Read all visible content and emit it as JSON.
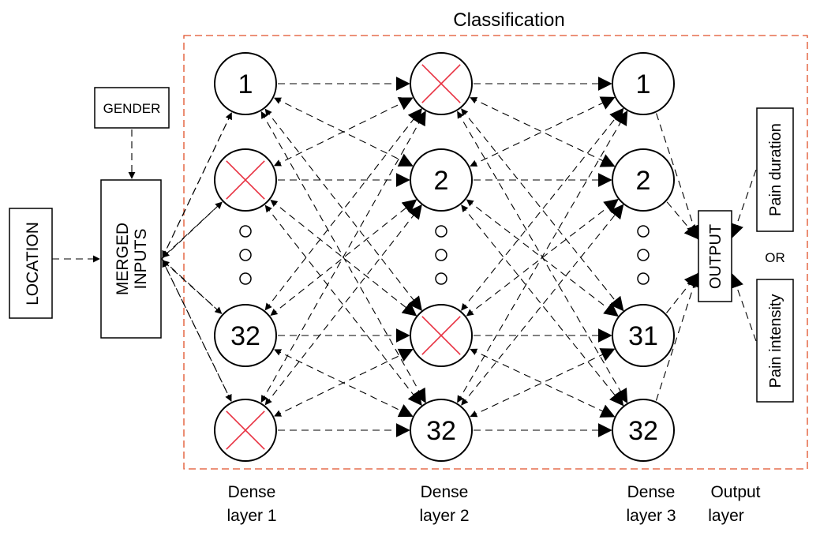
{
  "title": "Classification",
  "colors": {
    "frame": "#e0502a",
    "dropout_cross": "#e83040",
    "line": "#000000"
  },
  "inputs": {
    "location": "LOCATION",
    "gender": "GENDER",
    "merged": [
      "MERGED",
      "INPUTS"
    ]
  },
  "layers": [
    {
      "caption": [
        "Dense",
        "layer 1"
      ],
      "nodes": [
        {
          "label": "1",
          "dropped": false
        },
        {
          "label": "",
          "dropped": true
        },
        {
          "label": "32",
          "dropped": false
        },
        {
          "label": "",
          "dropped": true
        }
      ]
    },
    {
      "caption": [
        "Dense",
        "layer 2"
      ],
      "nodes": [
        {
          "label": "",
          "dropped": true
        },
        {
          "label": "2",
          "dropped": false
        },
        {
          "label": "",
          "dropped": true
        },
        {
          "label": "32",
          "dropped": false
        }
      ]
    },
    {
      "caption": [
        "Dense",
        "layer 3"
      ],
      "nodes": [
        {
          "label": "1",
          "dropped": false
        },
        {
          "label": "2",
          "dropped": false
        },
        {
          "label": "31",
          "dropped": false
        },
        {
          "label": "32",
          "dropped": false
        }
      ]
    }
  ],
  "output": {
    "box": "OUTPUT",
    "caption": [
      "Output",
      "layer"
    ],
    "choice_top": "Pain duration",
    "or_label": "OR",
    "choice_bottom": "Pain intensity"
  }
}
